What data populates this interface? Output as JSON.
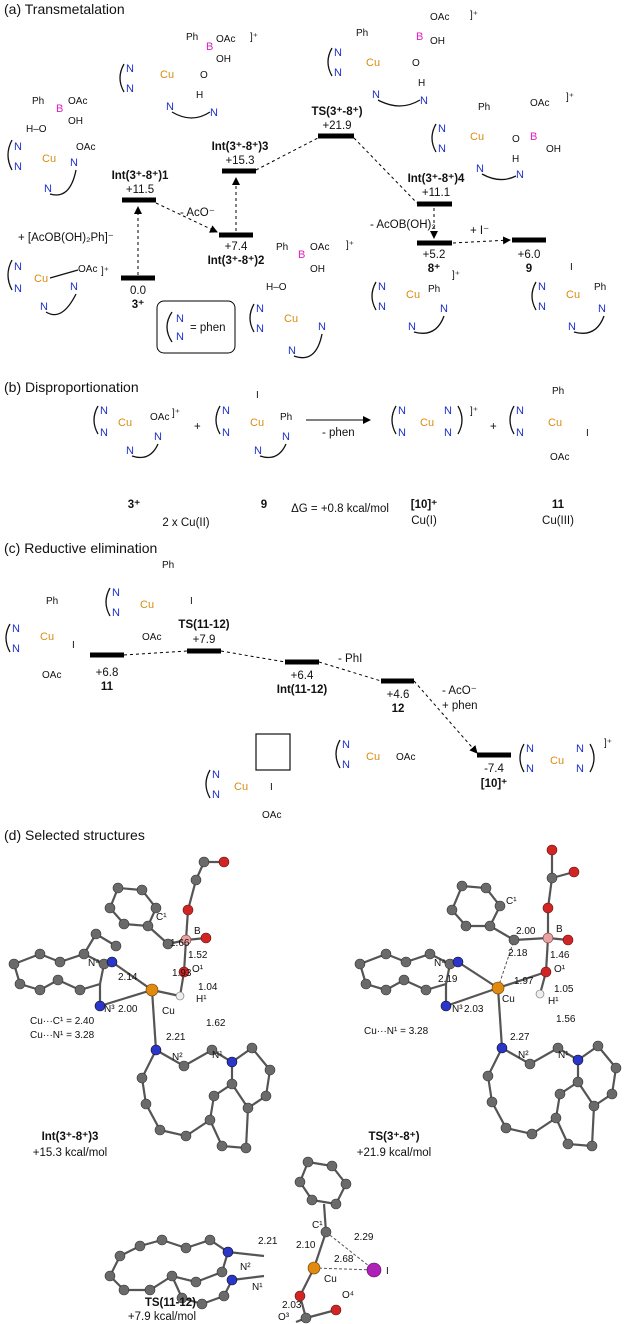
{
  "sections": {
    "a": "(a) Transmetalation",
    "b": "(b) Disproportionation",
    "c": "(c) Reductive elimination",
    "d": "(d) Selected structures"
  },
  "a": {
    "s3_label": "3⁺",
    "s3_energy": "0.0",
    "int1_label": "Int(3⁺-8⁺)1",
    "int1_energy": "+11.5",
    "int2_label": "Int(3⁺-8⁺)2",
    "int2_energy": "+7.4",
    "int3_label": "Int(3⁺-8⁺)3",
    "int3_energy": "+15.3",
    "ts_label": "TS(3⁺-8⁺)",
    "ts_energy": "+21.9",
    "int4_label": "Int(3⁺-8⁺)4",
    "int4_energy": "+11.1",
    "s8_label": "8⁺",
    "s8_energy": "+5.2",
    "s9_label": "9",
    "s9_energy": "+6.0",
    "reagent": "+ [AcOB(OH)₂Ph]⁻",
    "minus_aco": "- AcO⁻",
    "minus_acob": "- AcOB(OH)₂",
    "plus_i": "+ I⁻",
    "phen_legend": "= phen"
  },
  "b": {
    "s3_label": "3⁺",
    "s9_label": "9",
    "s10_label": "[10]⁺",
    "s11_label": "11",
    "minus_phen": "- phen",
    "plus1": "+",
    "plus2": "+",
    "deltaG": "ΔG = +0.8 kcal/mol",
    "cu2": "2 x Cu(II)",
    "cu1": "Cu(I)",
    "cu3": "Cu(III)"
  },
  "c": {
    "s11_energy": "+6.8",
    "s11_label": "11",
    "ts_label": "TS(11-12)",
    "ts_energy": "+7.9",
    "int_energy": "+6.4",
    "int_label": "Int(11-12)",
    "s12_energy": "+4.6",
    "s12_label": "12",
    "s10_energy": "-7.4",
    "s10_label": "[10]⁺",
    "minus_phi": "- PhI",
    "minus_aco": "- AcO⁻",
    "plus_phen": "+ phen"
  },
  "d": {
    "int3_name": "Int(3⁺-8⁺)3",
    "int3_energy": "+15.3 kcal/mol",
    "int3_cuc": "Cu···C¹ = 2.40",
    "int3_cun": "Cu···N¹ = 3.28",
    "ts_name": "TS(3⁺-8⁺)",
    "ts_energy": "+21.9 kcal/mol",
    "ts_cun": "Cu···N¹ = 3.28",
    "ts2_name": "TS(11-12)",
    "ts2_energy": "+7.9 kcal/mol"
  }
}
